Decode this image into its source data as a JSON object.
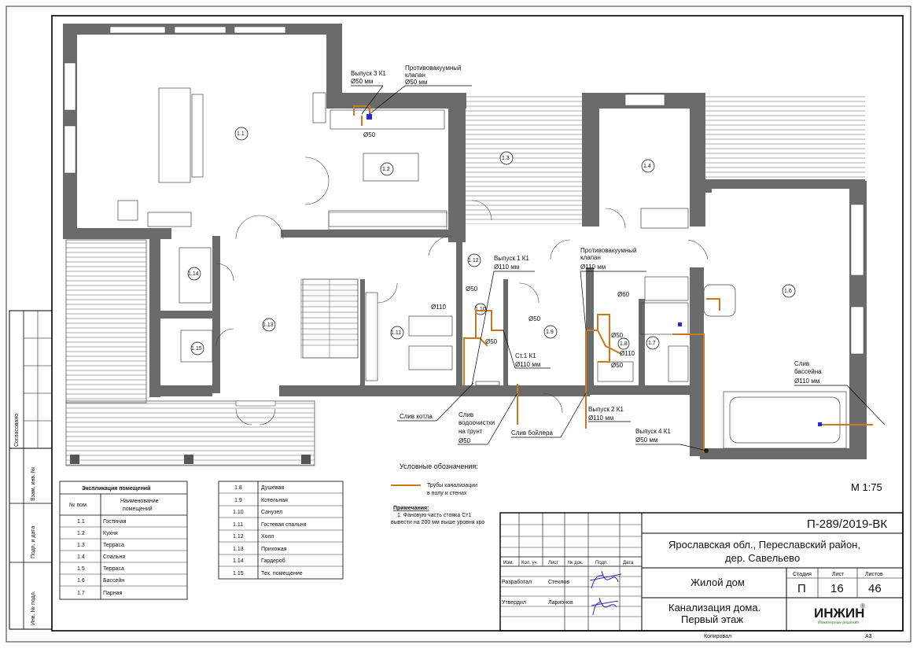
{
  "scale": "М 1:75",
  "legend": {
    "title": "Условные обозначения:",
    "item_line1": "Трубы канализации",
    "item_line2": "в полу и стенах",
    "pipe_color": "#c8781e"
  },
  "notes": {
    "title": "Примечания:",
    "line1": "1.    Фановую часть стояка Ст1",
    "line2": "вывести на 200 мм выше уровня кро"
  },
  "side_stamp": {
    "agreed": "Согласовано",
    "replace": "Взам. инв. №",
    "sign_date": "Подп. и дата",
    "inv": "Инв. № подл."
  },
  "room_table": {
    "title": "Экспликация помещений",
    "col_num": "№ пом.",
    "col_name_line1": "Наименование",
    "col_name_line2": "помещений",
    "rows_left": [
      {
        "num": "1.1",
        "name": "Гостиная"
      },
      {
        "num": "1.2",
        "name": "Кухня"
      },
      {
        "num": "1.3",
        "name": "Терраса"
      },
      {
        "num": "1.4",
        "name": "Спальня"
      },
      {
        "num": "1.5",
        "name": "Терраса"
      },
      {
        "num": "1.6",
        "name": "Бассейн"
      },
      {
        "num": "1.7",
        "name": "Парная"
      }
    ],
    "rows_right": [
      {
        "num": "1.8",
        "name": "Душевая"
      },
      {
        "num": "1.9",
        "name": "Котельная"
      },
      {
        "num": "1.10",
        "name": "Санузел"
      },
      {
        "num": "1.11",
        "name": "Гостевая спальня"
      },
      {
        "num": "1.12",
        "name": "Холл"
      },
      {
        "num": "1.13",
        "name": "Прихожая"
      },
      {
        "num": "1.14",
        "name": "Гардероб"
      },
      {
        "num": "1.15",
        "name": "Тех. помещение"
      }
    ]
  },
  "room_labels": {
    "r11": "1.1",
    "r12": "1.2",
    "r13": "1.3",
    "r14": "1.4",
    "r16": "1.6",
    "r17": "1.7",
    "r18": "1.8",
    "r19": "1.9",
    "r110": "1.10",
    "r111": "1.11",
    "r112": "1.12",
    "r113": "1.13",
    "r114": "1.14",
    "r115": "1.15"
  },
  "annotations": {
    "vyp3_l1": "Выпуск 3 К1",
    "vyp3_l2": "Ø50 мм",
    "pvk1_l1": "Противовакуумный",
    "pvk1_l2": "клапан",
    "pvk1_l3": "Ø50 мм",
    "kitchen_d50": "Ø50",
    "vyp1_l1": "Выпуск 1 К1",
    "vyp1_l2": "Ø110 мм",
    "pvk2_l1": "Противовакуумный",
    "pvk2_l2": "клапан",
    "pvk2_l3": "Ø110 мм",
    "d50_a": "Ø50",
    "d110_a": "Ø110",
    "d50_b": "Ø50",
    "d50_c": "Ø50",
    "st1_l1": "Ст.1 К1",
    "st1_l2": "Ø110 мм",
    "d60_a": "Ø60",
    "d50_d": "Ø50",
    "d110_b": "Ø110",
    "d50_e": "Ø50",
    "sliv_pool_l1": "Слив",
    "sliv_pool_l2": "бассейна",
    "sliv_pool_l3": "Ø110 мм",
    "sliv_boiler_room": "Слив котла",
    "sliv_water_l1": "Слив",
    "sliv_water_l2": "водоочистки",
    "sliv_water_l3": "на грунт",
    "sliv_water_l4": "Ø50",
    "sliv_boiler": "Слив бойлера",
    "vyp2_l1": "Выпуск 2 К1",
    "vyp2_l2": "Ø110 мм",
    "vyp4_l1": "Выпуск 4 К1",
    "vyp4_l2": "Ø50 мм"
  },
  "title_block": {
    "code": "П-289/2019-ВК",
    "address_line1": "Ярославская обл., Переславский район,",
    "address_line2": "дер. Савельево",
    "object": "Жилой дом",
    "sheet_title_line1": "Канализация дома.",
    "sheet_title_line2": "Первый этаж",
    "h_izm": "Изм.",
    "h_kol": "Кол. уч",
    "h_list": "Лист",
    "h_ndok": "№ док.",
    "h_podp": "Подп.",
    "h_data": "Дата",
    "role1": "Разработал",
    "name1": "Стеклов",
    "role2": "Утвердил",
    "name2": "Ларионов",
    "stage_h": "Стадия",
    "sheet_h": "Лист",
    "sheets_h": "Листов",
    "stage": "П",
    "sheet": "16",
    "sheets": "46",
    "copied": "Копировал",
    "format": "А3",
    "logo": "ИНЖИН",
    "logo_mark": "®",
    "logo_sub": "Инженерные решения"
  }
}
